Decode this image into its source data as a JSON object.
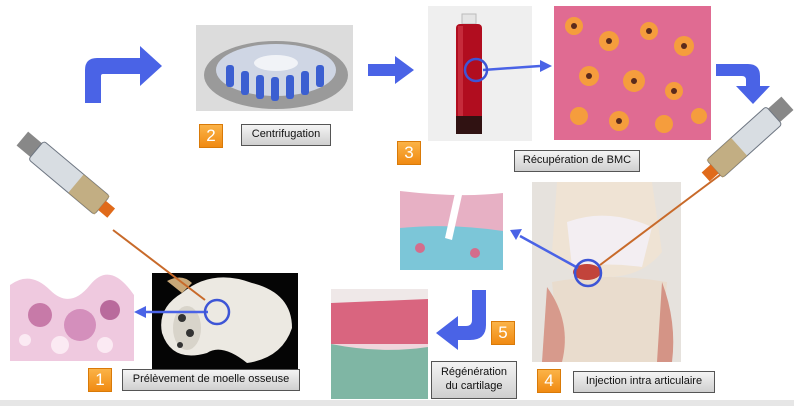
{
  "steps": [
    {
      "number": "1",
      "label": "Prélèvement de moelle osseuse"
    },
    {
      "number": "2",
      "label": "Centrifugation"
    },
    {
      "number": "3",
      "label": "Récupération de  BMC"
    },
    {
      "number": "4",
      "label": "Injection intra articulaire"
    },
    {
      "number": "5",
      "label_line1": "Régénération",
      "label_line2": "du cartilage"
    }
  ],
  "colors": {
    "flow_arrow": "#4a63e6",
    "badge": "#f59a20",
    "circle": "#3d55d6"
  }
}
